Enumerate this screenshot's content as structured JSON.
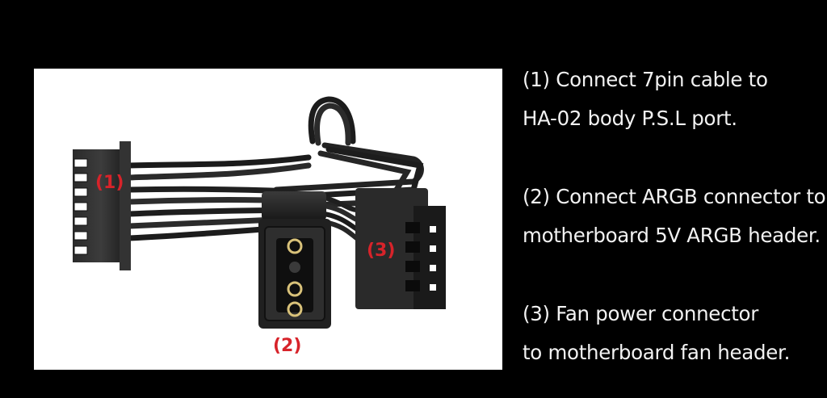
{
  "photo": {
    "callouts": {
      "one": "(1)",
      "two": "(2)",
      "three": "(3)"
    }
  },
  "steps": [
    {
      "line1": "(1) Connect 7pin cable to",
      "line2": "HA-02 body P.S.L port."
    },
    {
      "line1": "(2) Connect ARGB connector to",
      "line2": "motherboard 5V ARGB header."
    },
    {
      "line1": "(3) Fan power connector",
      "line2": "to motherboard fan header."
    }
  ],
  "colors": {
    "background": "#000000",
    "panel": "#ffffff",
    "callout": "#d7232a",
    "text": "#f2f2f2"
  }
}
